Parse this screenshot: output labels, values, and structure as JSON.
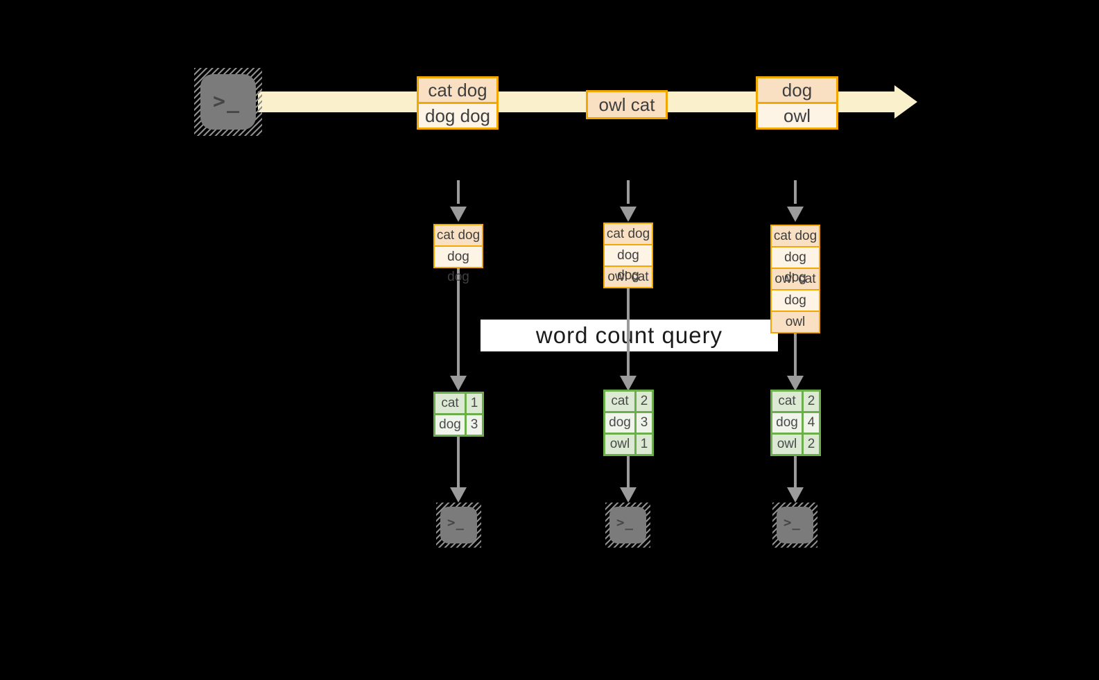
{
  "colors": {
    "background": "#000000",
    "amber_border": "#F2A702",
    "peach_fill": "#FAE0C2",
    "cream_fill": "#FDF4E6",
    "band_fill": "#FAF0CC",
    "green_border": "#6DAE4C",
    "green_light": "#DCE9D3",
    "green_lighter": "#F0F5EC",
    "arrow_gray": "#9B9B9B",
    "terminal_gray": "#7B7B7B",
    "terminal_glyph": "#454545",
    "hatch_stripe": "#8F8F8F",
    "text_dark": "#3F3F3F",
    "query_text": "#1B1B1B"
  },
  "icons": {
    "prompt_glyph": ">_"
  },
  "timeline": {
    "records": [
      {
        "rows": [
          "cat dog",
          "dog dog"
        ]
      },
      {
        "rows": [
          "owl cat"
        ]
      },
      {
        "rows": [
          "dog",
          "owl"
        ]
      }
    ]
  },
  "query": {
    "label": "word count query"
  },
  "pipelines": [
    {
      "buffer_rows": [
        "cat dog",
        "dog dog"
      ],
      "counts": [
        {
          "word": "cat",
          "value": "1"
        },
        {
          "word": "dog",
          "value": "3"
        }
      ]
    },
    {
      "buffer_rows": [
        "cat dog",
        "dog dog",
        "owl cat"
      ],
      "counts": [
        {
          "word": "cat",
          "value": "2"
        },
        {
          "word": "dog",
          "value": "3"
        },
        {
          "word": "owl",
          "value": "1"
        }
      ]
    },
    {
      "buffer_rows": [
        "cat dog",
        "dog dog",
        "owl cat",
        "dog",
        "owl"
      ],
      "counts": [
        {
          "word": "cat",
          "value": "2"
        },
        {
          "word": "dog",
          "value": "4"
        },
        {
          "word": "owl",
          "value": "2"
        }
      ]
    }
  ]
}
